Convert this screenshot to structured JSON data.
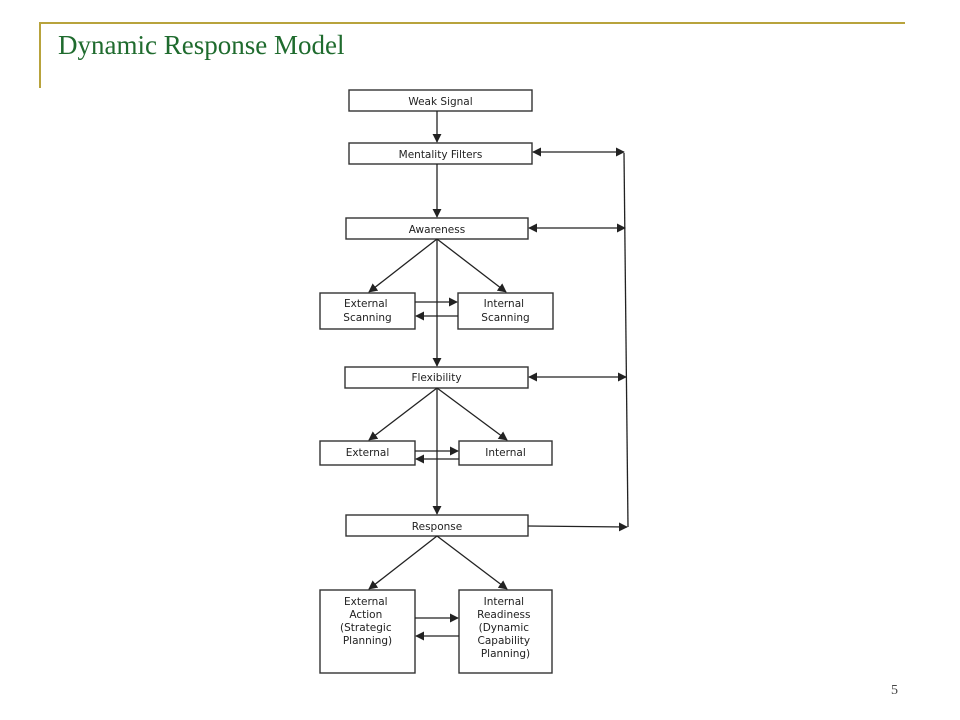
{
  "slide": {
    "title": "Dynamic Response Model",
    "page_number": "5"
  },
  "diagram": {
    "nodes": {
      "weak_signal": [
        "Weak Signal"
      ],
      "mentality_filters": [
        "Mentality Filters"
      ],
      "awareness": [
        "Awareness"
      ],
      "external_scanning": [
        "External",
        "Scanning"
      ],
      "internal_scanning": [
        "Internal",
        "Scanning"
      ],
      "flexibility": [
        "Flexibility"
      ],
      "external": [
        "External"
      ],
      "internal": [
        "Internal"
      ],
      "response": [
        "Response"
      ],
      "external_action": [
        "External",
        "Action",
        "(Strategic",
        "Planning)"
      ],
      "internal_readiness": [
        "Internal",
        "Readiness",
        "(Dynamic",
        "Capability",
        "Planning)"
      ]
    }
  }
}
